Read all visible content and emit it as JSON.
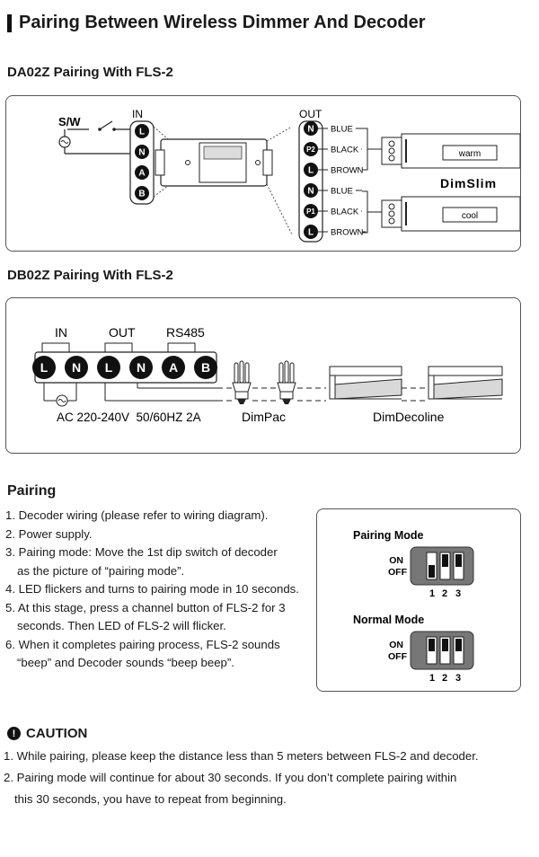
{
  "title": "Pairing Between Wireless Dimmer And Decoder",
  "section1": {
    "heading": "DA02Z Pairing With FLS-2",
    "sw_label": "S/W",
    "in_label": "IN",
    "out_label": "OUT",
    "in_terminals": [
      "L",
      "N",
      "A",
      "B"
    ],
    "out_terminals": [
      "N",
      "P2",
      "L",
      "N",
      "P1",
      "L"
    ],
    "wire_labels": [
      "BLUE",
      "BLACK",
      "BROWN",
      "BLUE",
      "BLACK",
      "BROWN"
    ],
    "strip_warm": "warm",
    "strip_cool": "cool",
    "product_name": "DimSlim"
  },
  "section2": {
    "heading": "DB02Z Pairing With FLS-2",
    "in_label": "IN",
    "out_label": "OUT",
    "rs485_label": "RS485",
    "terminals": [
      "L",
      "N",
      "L",
      "N",
      "A",
      "B"
    ],
    "power_label": "AC 220-240V  50/60HZ 2A",
    "dimpac_label": "DimPac",
    "dimdecoline_label": "DimDecoline"
  },
  "pairing": {
    "heading": "Pairing",
    "steps": [
      {
        "line1": "1. Decoder wiring (please refer to wiring diagram).",
        "line2": ""
      },
      {
        "line1": "2. Power supply.",
        "line2": ""
      },
      {
        "line1": "3. Pairing mode: Move the 1st dip switch of decoder",
        "line2": "as the picture of  “pairing mode”."
      },
      {
        "line1": "4. LED flickers and turns to pairing mode in 10 seconds.",
        "line2": ""
      },
      {
        "line1": "5. At this stage, press a channel button of FLS-2 for 3",
        "line2": "seconds. Then LED of FLS-2 will flicker."
      },
      {
        "line1": "6. When it completes pairing process, FLS-2 sounds",
        "line2": "“beep”  and Decoder sounds  “beep beep”."
      }
    ],
    "dip": {
      "pairing_mode_label": "Pairing Mode",
      "normal_mode_label": "Normal Mode",
      "on_label": "ON",
      "off_label": "OFF",
      "numbers": [
        "1",
        "2",
        "3"
      ],
      "pairing_positions": [
        "off",
        "on",
        "on"
      ],
      "normal_positions": [
        "on",
        "on",
        "on"
      ]
    }
  },
  "caution": {
    "icon": "!",
    "heading": "CAUTION",
    "items": [
      {
        "line1": "1. While pairing, please keep the distance less than 5 meters between FLS-2 and decoder.",
        "line2": ""
      },
      {
        "line1": "2. Pairing mode will continue for about 30 seconds. If you don’t complete pairing within",
        "line2": "this 30 seconds, you have to repeat from beginning."
      }
    ]
  }
}
